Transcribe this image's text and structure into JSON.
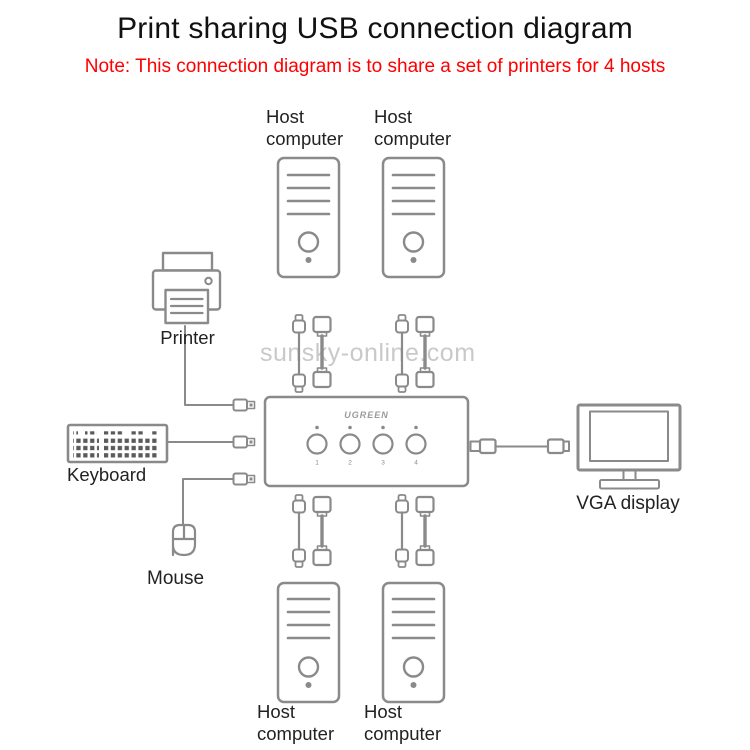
{
  "header": {
    "title": "Print sharing USB connection diagram",
    "note": "Note: This connection diagram is to share a set of printers for 4 hosts"
  },
  "watermark": {
    "text": "sunsky-online.com"
  },
  "colors": {
    "title_text": "#111111",
    "note_text": "#fe0000",
    "diagram_line": "#8a8a8a",
    "label_text": "#222222",
    "watermark_text": "#c9c9c9",
    "keyboard_key": "#5a5a5a",
    "background": "#ffffff"
  },
  "labels": {
    "host": {
      "line1": "Host",
      "line2": "computer"
    },
    "printer": "Printer",
    "keyboard": "Keyboard",
    "mouse": "Mouse",
    "vga_display": "VGA display"
  },
  "switch_box": {
    "brand": "UGREEN",
    "port_buttons": [
      "1",
      "2",
      "3",
      "4"
    ]
  },
  "icons": {
    "printer-icon": "line-art printer",
    "keyboard-icon": "line-art keyboard",
    "mouse-icon": "line-art mouse",
    "host-computer-icon": "line-art tower pc",
    "usb-switch-icon": "4-port usb switch box with round buttons",
    "usb-cable-icon": "usb a-b cable pair",
    "vga-cable-icon": "cable with two plugs",
    "vga-display-icon": "line-art monitor"
  }
}
